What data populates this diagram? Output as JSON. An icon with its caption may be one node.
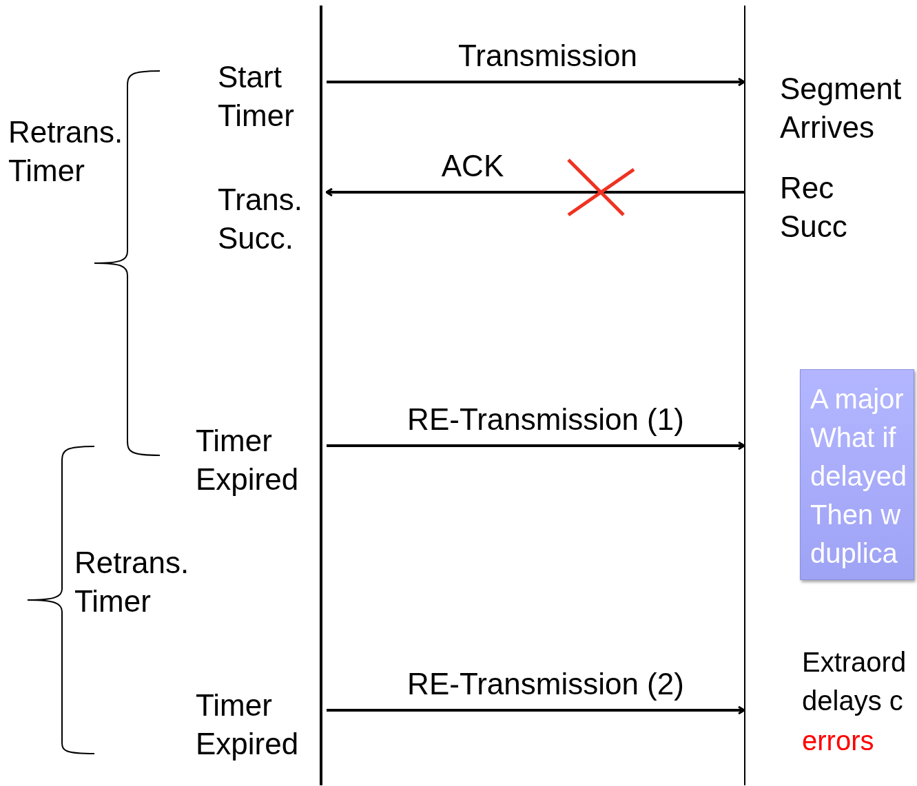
{
  "diagram": {
    "nodes": [
      {
        "text": [],
        "shape": "bar"
      },
      {
        "text": [],
        "shape": "bar"
      },
      {
        "text": [
          "A major What if delayed Then w duplica"
        ]
      }
    ],
    "edges": [
      {
        "from": 0,
        "to": 1,
        "arrow": "to",
        "label": "Transmission"
      },
      {
        "from": 1,
        "to": 0,
        "arrow": "to",
        "label": "ACK"
      },
      {
        "from": 0,
        "to": 1,
        "arrow": "to",
        "label": "RE-Transmission (1)"
      },
      {
        "from": 0,
        "to": 1,
        "arrow": "to",
        "label": "RE-Transmission (2)"
      }
    ],
    "labels": [
      "Start Timer",
      "Segment Arrives",
      "Retrans. Timer",
      "Rec Succ",
      "Trans. Succ.",
      "Timer Expired",
      "Retrans. Timer",
      "Extraord delays c",
      "errors",
      "Timer Expired"
    ]
  }
}
